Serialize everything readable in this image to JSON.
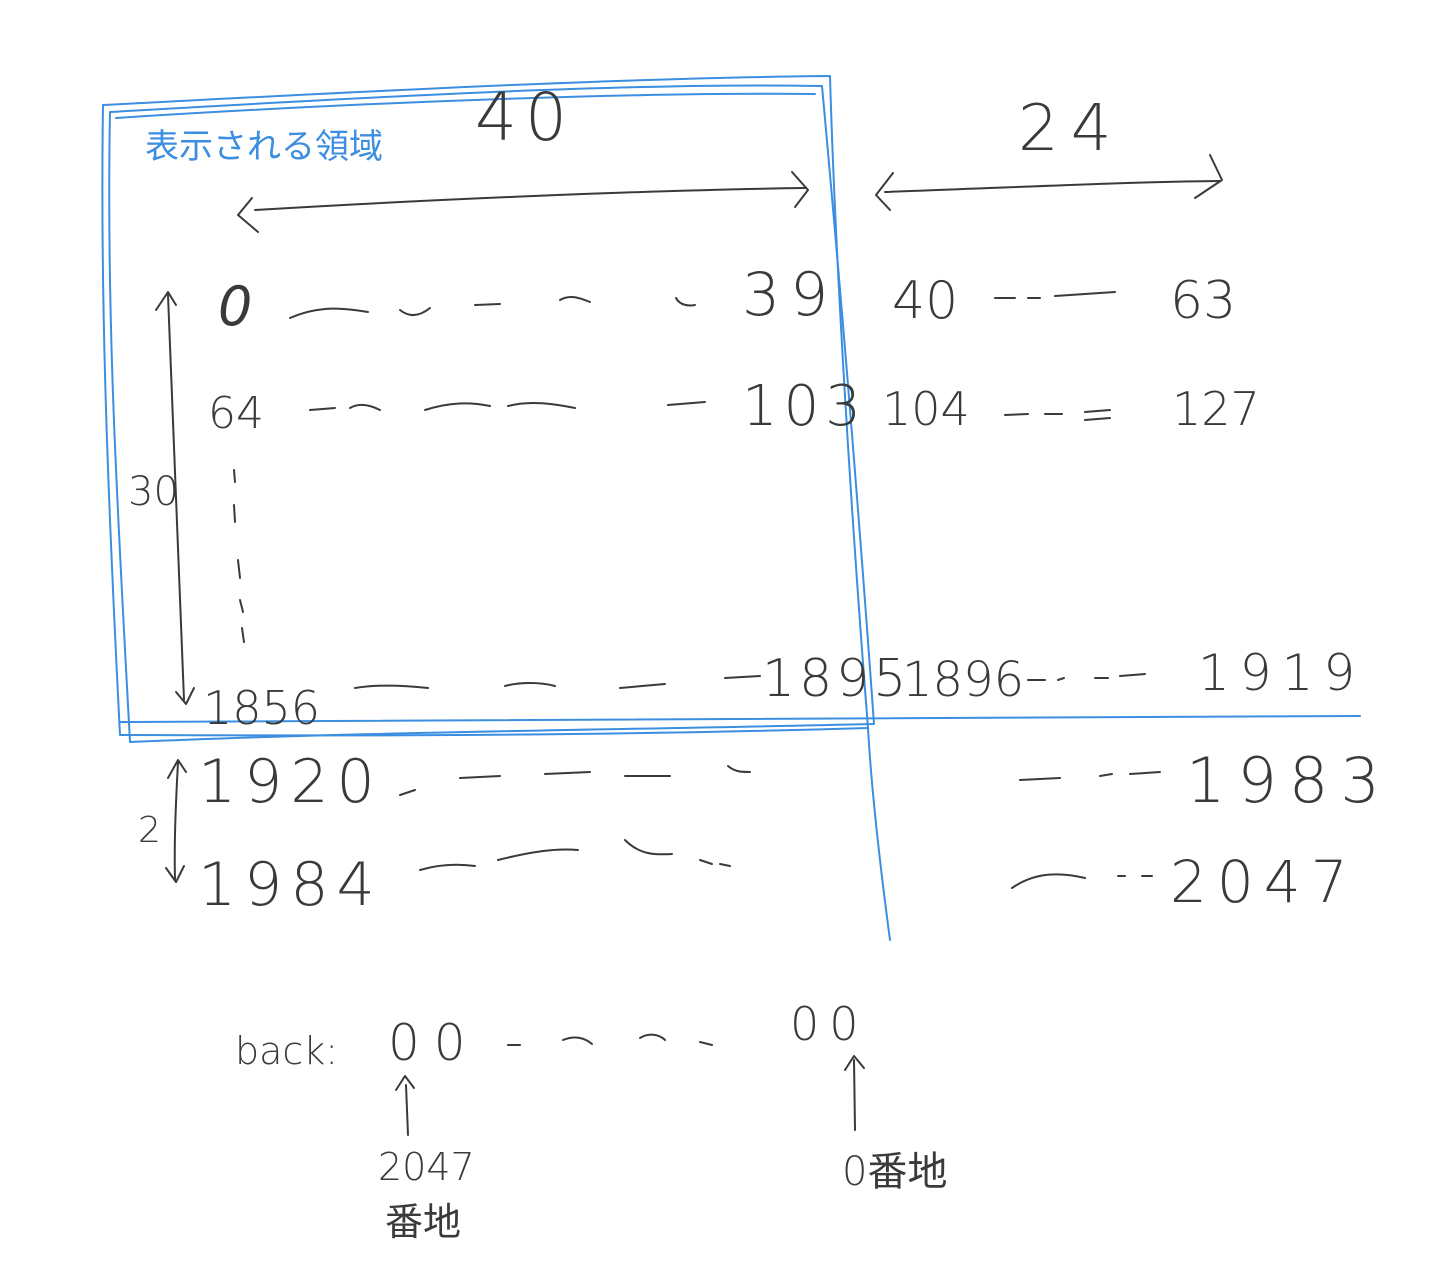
{
  "colors": {
    "ink": "#3a3a3a",
    "region": "#3b8ee0",
    "background": "#ffffff"
  },
  "region_label": "表示される領域",
  "width_visible": "40",
  "width_hidden": "24",
  "height_visible": "30",
  "height_hidden": "2",
  "rows": {
    "r0": {
      "start": "0",
      "visible_end": "39",
      "hidden_start": "40",
      "hidden_end": "63"
    },
    "r1": {
      "start": "64",
      "visible_end": "103",
      "hidden_start": "104",
      "hidden_end": "127"
    },
    "r29": {
      "start": "1856",
      "visible_end": "1895",
      "hidden_start": "1896",
      "hidden_end": "1919"
    },
    "r30": {
      "start": "1920",
      "end": "1983"
    },
    "r31": {
      "start": "1984",
      "end": "2047"
    }
  },
  "back": {
    "label": "back:",
    "left_value": "00",
    "right_value": "00",
    "left_address": "2047",
    "left_address_suffix": "番地",
    "right_address": "0番地"
  }
}
